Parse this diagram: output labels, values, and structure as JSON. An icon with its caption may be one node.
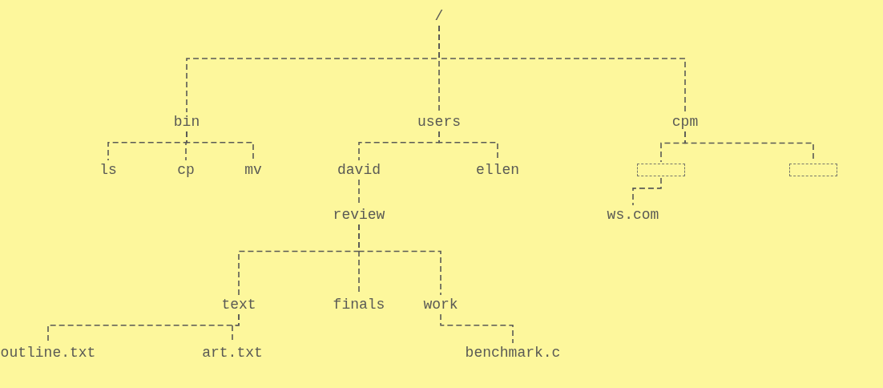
{
  "diagram": {
    "nodes": [
      {
        "text": [
          "/"
        ]
      },
      {
        "text": [
          "bin"
        ]
      },
      {
        "text": [
          "users"
        ]
      },
      {
        "text": [
          "cpm"
        ]
      },
      {
        "text": [
          "ls"
        ]
      },
      {
        "text": [
          "cp"
        ]
      },
      {
        "text": [
          "mv"
        ]
      },
      {
        "text": [
          "david"
        ]
      },
      {
        "text": [
          "ellen"
        ]
      },
      {
        "text": [],
        "shape": "box"
      },
      {
        "text": [],
        "shape": "box"
      },
      {
        "text": [
          "review"
        ]
      },
      {
        "text": [
          "ws.com"
        ]
      },
      {
        "text": [
          "text"
        ]
      },
      {
        "text": [
          "finals"
        ]
      },
      {
        "text": [
          "work"
        ]
      },
      {
        "text": [
          "outline.txt"
        ]
      },
      {
        "text": [
          "art.txt"
        ]
      },
      {
        "text": [
          "benchmark.c"
        ]
      }
    ],
    "edges": [
      {
        "from": 0,
        "to": 1,
        "arrow": "none"
      },
      {
        "from": 0,
        "to": 2,
        "arrow": "none"
      },
      {
        "from": 0,
        "to": 3,
        "arrow": "none"
      },
      {
        "from": 1,
        "to": 4,
        "arrow": "none"
      },
      {
        "from": 1,
        "to": 5,
        "arrow": "none"
      },
      {
        "from": 1,
        "to": 6,
        "arrow": "none"
      },
      {
        "from": 2,
        "to": 7,
        "arrow": "none"
      },
      {
        "from": 2,
        "to": 8,
        "arrow": "none"
      },
      {
        "from": 3,
        "to": 9,
        "arrow": "none"
      },
      {
        "from": 3,
        "to": 10,
        "arrow": "none"
      },
      {
        "from": 7,
        "to": 11,
        "arrow": "none"
      },
      {
        "from": 9,
        "to": 12,
        "arrow": "none"
      },
      {
        "from": 11,
        "to": 13,
        "arrow": "none"
      },
      {
        "from": 11,
        "to": 14,
        "arrow": "none"
      },
      {
        "from": 11,
        "to": 15,
        "arrow": "none"
      },
      {
        "from": 13,
        "to": 16,
        "arrow": "none"
      },
      {
        "from": 13,
        "to": 17,
        "arrow": "none"
      },
      {
        "from": 15,
        "to": 18,
        "arrow": "none"
      }
    ]
  }
}
